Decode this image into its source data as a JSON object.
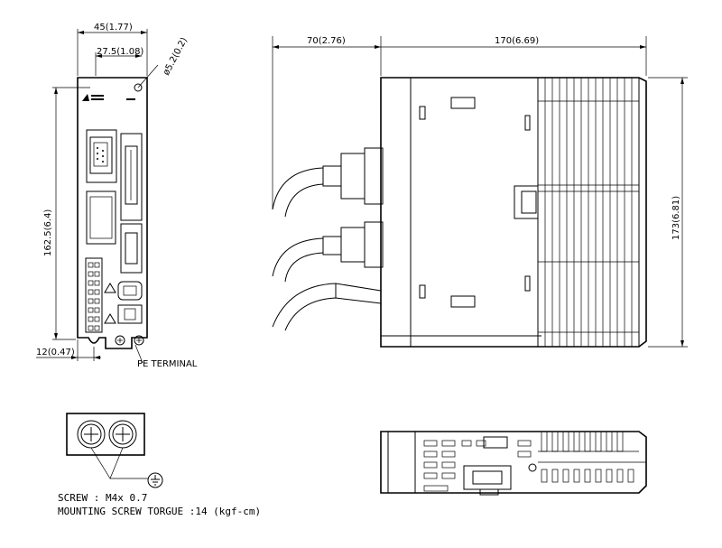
{
  "front_view": {
    "width_dim": "45(1.77)",
    "inner_width_dim": "27.5(1.08)",
    "hole_dim": "ø5.2(0.2)",
    "height_dim": "162.5(6.4)",
    "bottom_dim": "12(0.47)",
    "pe_label": "PE TERMINAL"
  },
  "side_view": {
    "depth_left_dim": "70(2.76)",
    "depth_main_dim": "170(6.69)",
    "height_dim": "173(6.81)"
  },
  "notes": {
    "screw": "SCREW : M4x 0.7",
    "torque": "MOUNTING SCREW TORGUE :14 (kgf-cm)"
  },
  "colors": {
    "line": "#000000",
    "background": "#ffffff"
  }
}
